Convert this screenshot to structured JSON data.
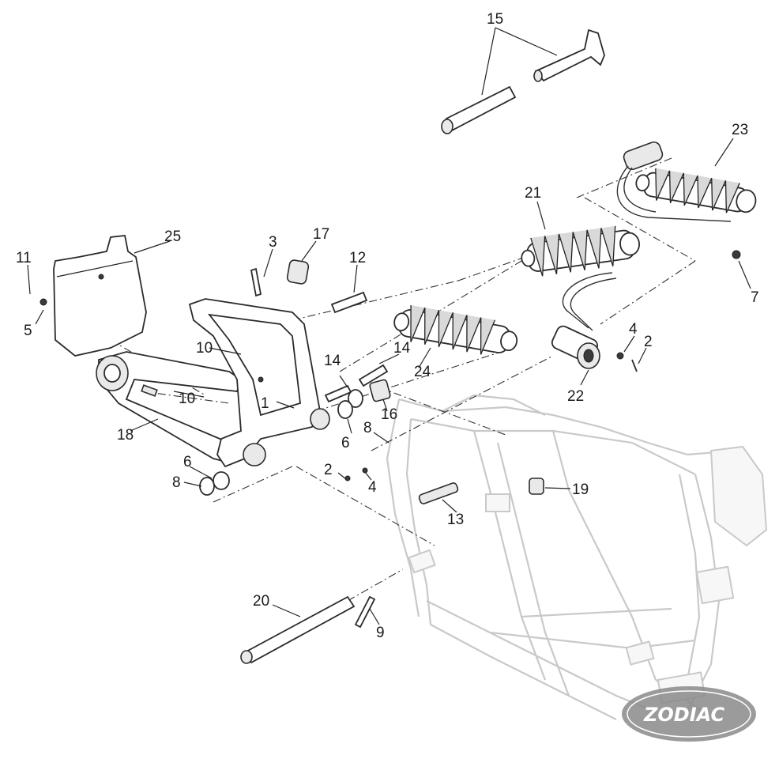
{
  "diagram": {
    "part_labels": [
      {
        "num": "15"
      },
      {
        "num": "23"
      },
      {
        "num": "21"
      },
      {
        "num": "25"
      },
      {
        "num": "11"
      },
      {
        "num": "5"
      },
      {
        "num": "3"
      },
      {
        "num": "17"
      },
      {
        "num": "12"
      },
      {
        "num": "7"
      },
      {
        "num": "4"
      },
      {
        "num": "2"
      },
      {
        "num": "10"
      },
      {
        "num": "14"
      },
      {
        "num": "14"
      },
      {
        "num": "24"
      },
      {
        "num": "22"
      },
      {
        "num": "10"
      },
      {
        "num": "1"
      },
      {
        "num": "16"
      },
      {
        "num": "6"
      },
      {
        "num": "8"
      },
      {
        "num": "18"
      },
      {
        "num": "6"
      },
      {
        "num": "8"
      },
      {
        "num": "2"
      },
      {
        "num": "4"
      },
      {
        "num": "19"
      },
      {
        "num": "13"
      },
      {
        "num": "20"
      },
      {
        "num": "9"
      }
    ],
    "logo_text": "ZODIAC",
    "colors": {
      "line": "#2b2b2b",
      "frame": "#c9c9c9",
      "logo": "#8a8a8a"
    }
  }
}
